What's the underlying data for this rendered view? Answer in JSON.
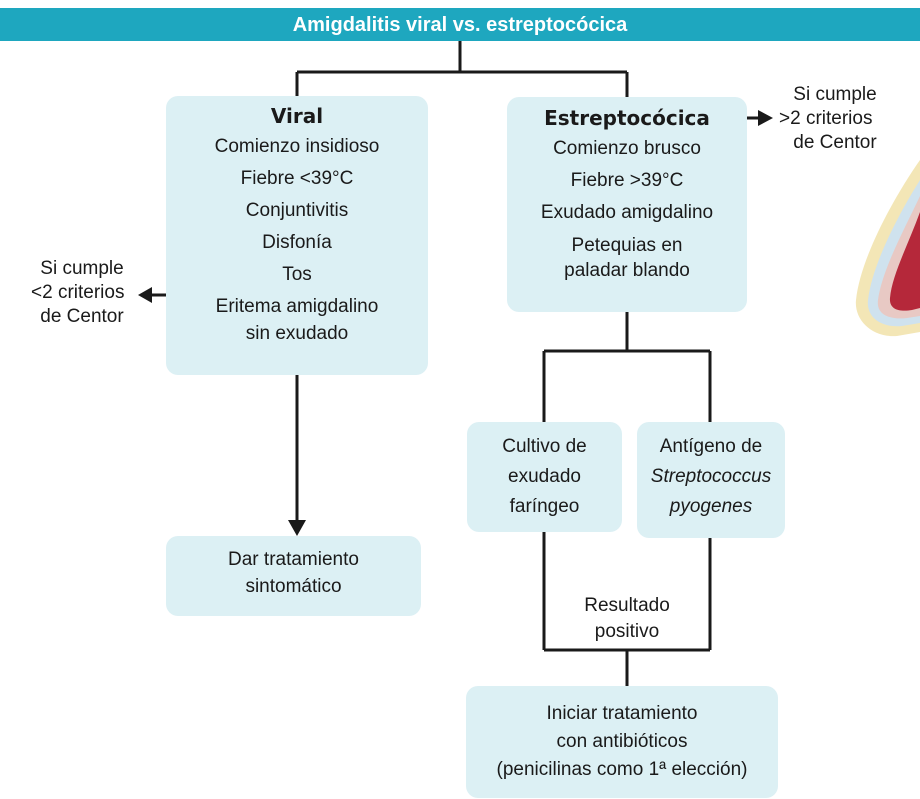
{
  "title": "Amigdalitis viral vs. estreptocócica",
  "viral": {
    "heading": "Viral",
    "items": [
      "Comienzo insidioso",
      "Fiebre <39°C",
      "Conjuntivitis",
      "Disfonía",
      "Tos",
      "Eritema amigdalino",
      "sin exudado"
    ]
  },
  "strep": {
    "heading": "Estreptocócica",
    "items": [
      "Comienzo brusco",
      "Fiebre >39°C",
      "Exudado amigdalino",
      "Petequias en",
      "paladar blando"
    ]
  },
  "left_note": [
    "Si cumple",
    "<2 criterios",
    "de Centor"
  ],
  "right_note": [
    "Si cumple",
    ">2 criterios",
    "de Centor"
  ],
  "symptomatic": [
    "Dar tratamiento",
    "sintomático"
  ],
  "culture": [
    "Cultivo de",
    "exudado",
    "faríngeo"
  ],
  "antigen": [
    "Antígeno de",
    "Streptococcus",
    "pyogenes"
  ],
  "positive": [
    "Resultado",
    "positivo"
  ],
  "antibiotics": [
    "Iniciar tratamiento",
    "con antibióticos",
    "(penicilinas como 1ª elección)"
  ],
  "colors": {
    "banner": "#1ea7bf",
    "box": "#dcf0f4",
    "line": "#1a1a1a"
  }
}
